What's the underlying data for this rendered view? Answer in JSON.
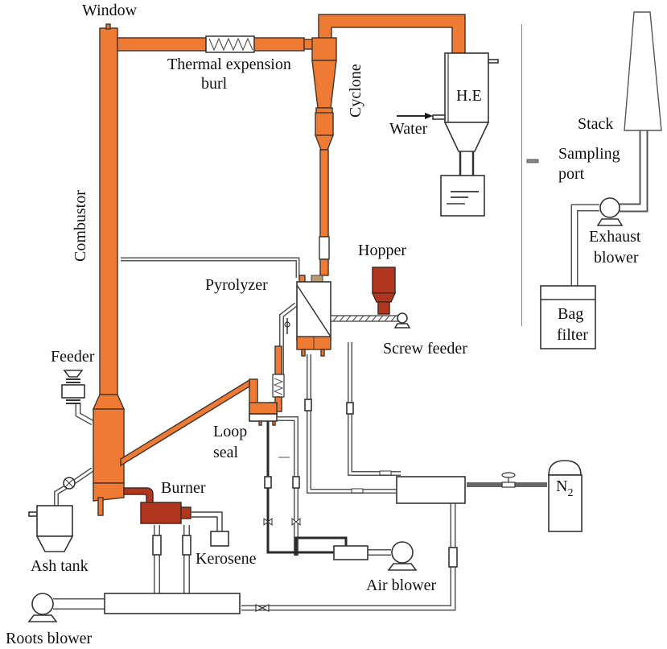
{
  "diagram": {
    "type": "process-flow",
    "labels": {
      "window": "Window",
      "thermal_expansion_1": "Thermal expension",
      "thermal_expansion_2": "burl",
      "cyclone": "Cyclone",
      "heat_exchanger": "H.E",
      "water": "Water",
      "stack": "Stack",
      "sampling_1": "Sampling",
      "sampling_2": "port",
      "exhaust_1": "Exhaust",
      "exhaust_2": "blower",
      "bag_1": "Bag",
      "bag_2": "filter",
      "combustor": "Combustor",
      "hopper": "Hopper",
      "pyrolyzer": "Pyrolyzer",
      "screw_feeder": "Screw feeder",
      "feeder": "Feeder",
      "loop_1": "Loop",
      "loop_2": "seal",
      "burner": "Burner",
      "n2_main": "N",
      "n2_sub": "2",
      "ash_tank": "Ash tank",
      "kerosene": "Kerosene",
      "air_blower": "Air blower",
      "roots_blower": "Roots blower"
    },
    "colors": {
      "hot_equipment": "#ee7a33",
      "burner_hopper": "#b0361f",
      "outline": "#333333"
    }
  }
}
